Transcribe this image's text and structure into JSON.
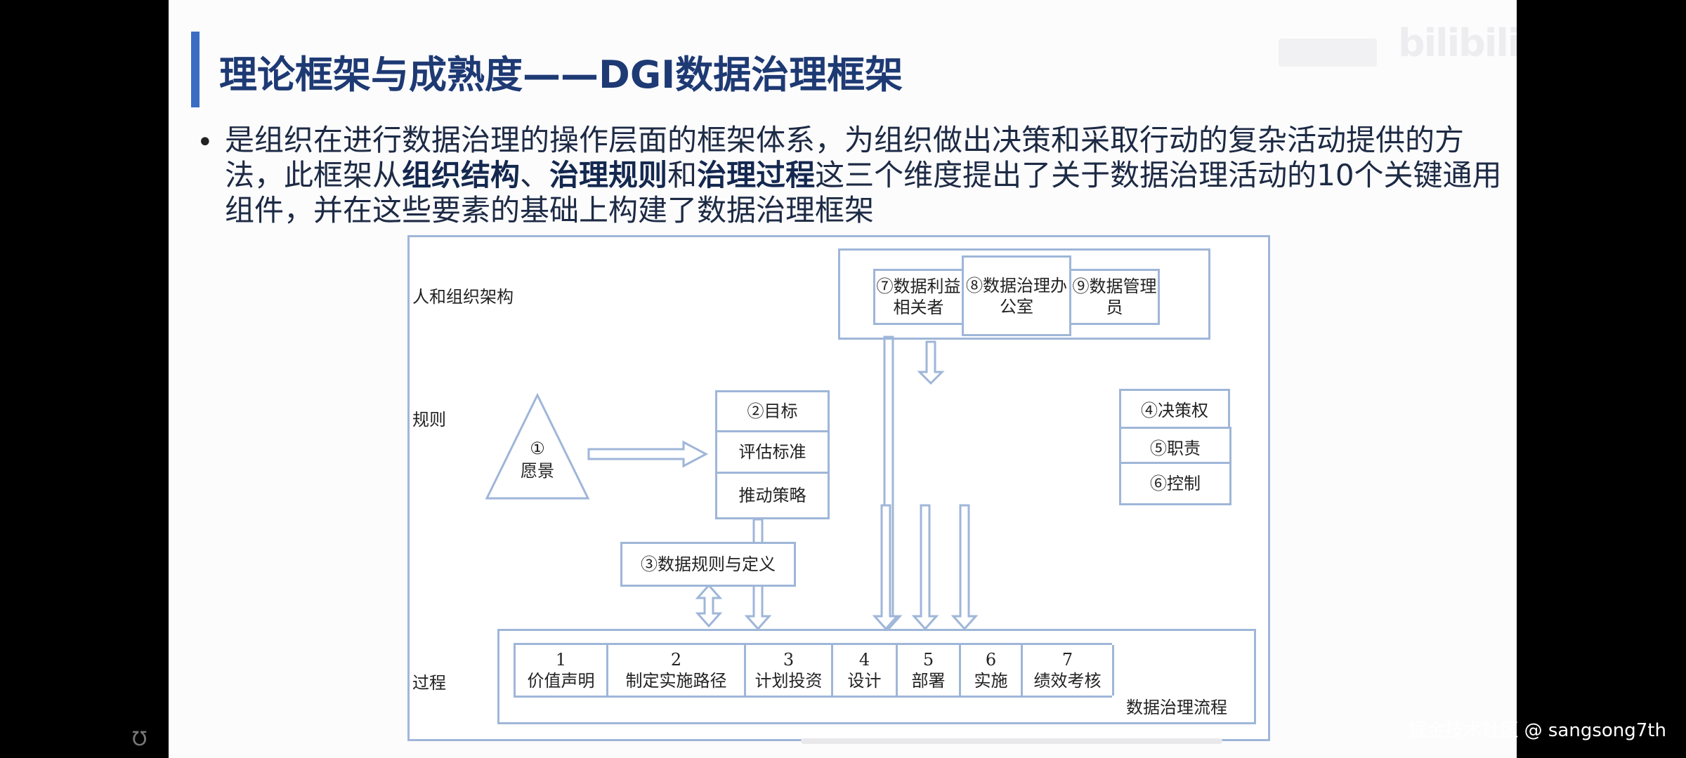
{
  "slide": {
    "title": "理论框架与成熟度——DGI数据治理框架",
    "logo": "bilibili",
    "bullet": "•",
    "paragraph": {
      "part1": "是组织在进行数据治理的操作层面的框架体系，为组织做出决策和采取行动的复杂活动提供的方法，此框架从",
      "bold1": "组织结构",
      "sep1": "、",
      "bold2": "治理规则",
      "sep2": "和",
      "bold3": "治理过程",
      "part2": "这三个维度提出了关于数据治理活动的10个关键通用组件，并在这些要素的基础上构建了数据治理框架"
    }
  },
  "diagram": {
    "row_labels": {
      "people": "人和组织架构",
      "rules": "规则",
      "process": "过程"
    },
    "roles": [
      {
        "label": "⑦数据利益相关者"
      },
      {
        "label": "⑧数据治理办公室"
      },
      {
        "label": "⑨数据管理员"
      }
    ],
    "vision": {
      "num": "①",
      "label": "愿景"
    },
    "goals": [
      {
        "label": "②目标"
      },
      {
        "label": "评估标准"
      },
      {
        "label": "推动策略"
      }
    ],
    "data_rules": "③数据规则与定义",
    "controls": [
      {
        "label": "④决策权"
      },
      {
        "label": "⑤职责"
      },
      {
        "label": "⑥控制"
      }
    ],
    "process_steps": [
      {
        "num": "1",
        "label": "价值声明"
      },
      {
        "num": "2",
        "label": "制定实施路径"
      },
      {
        "num": "3",
        "label": "计划投资"
      },
      {
        "num": "4",
        "label": "设计"
      },
      {
        "num": "5",
        "label": "部署"
      },
      {
        "num": "6",
        "label": "实施"
      },
      {
        "num": "7",
        "label": "绩效考核"
      }
    ],
    "process_caption": "数据治理流程"
  },
  "watermark": "掘金技术社区 @ sangsong7th",
  "colors": {
    "title": "#1e3a74",
    "accent_bar": "#3a6cc4",
    "diagram_line": "#9fb6d8"
  }
}
